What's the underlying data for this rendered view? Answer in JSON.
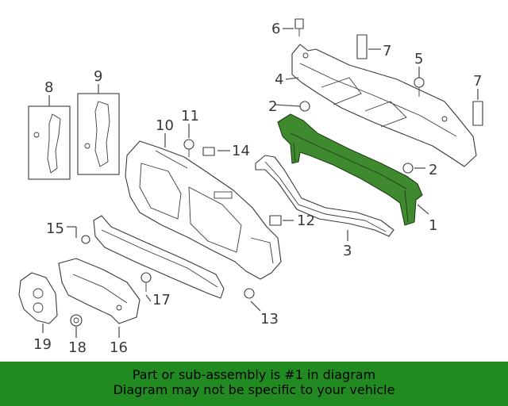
{
  "callouts": [
    {
      "id": "c1",
      "text": "1"
    },
    {
      "id": "c2a",
      "text": "2"
    },
    {
      "id": "c2b",
      "text": "2"
    },
    {
      "id": "c3",
      "text": "3"
    },
    {
      "id": "c4",
      "text": "4"
    },
    {
      "id": "c5",
      "text": "5"
    },
    {
      "id": "c6",
      "text": "6"
    },
    {
      "id": "c7a",
      "text": "7"
    },
    {
      "id": "c7b",
      "text": "7"
    },
    {
      "id": "c8",
      "text": "8"
    },
    {
      "id": "c9",
      "text": "9"
    },
    {
      "id": "c10",
      "text": "10"
    },
    {
      "id": "c11",
      "text": "11"
    },
    {
      "id": "c12",
      "text": "12"
    },
    {
      "id": "c13",
      "text": "13"
    },
    {
      "id": "c14",
      "text": "14"
    },
    {
      "id": "c15",
      "text": "15"
    },
    {
      "id": "c16",
      "text": "16"
    },
    {
      "id": "c17",
      "text": "17"
    },
    {
      "id": "c18",
      "text": "18"
    },
    {
      "id": "c19",
      "text": "19"
    }
  ],
  "highlight_part": "1",
  "colors": {
    "highlight_fill": "#3f8a2e",
    "banner_background": "#218a21",
    "line": "#3a3a3a"
  },
  "banner": {
    "line1": "Part or sub-assembly is #1 in diagram",
    "line2": "Diagram may not be specific to your vehicle"
  }
}
